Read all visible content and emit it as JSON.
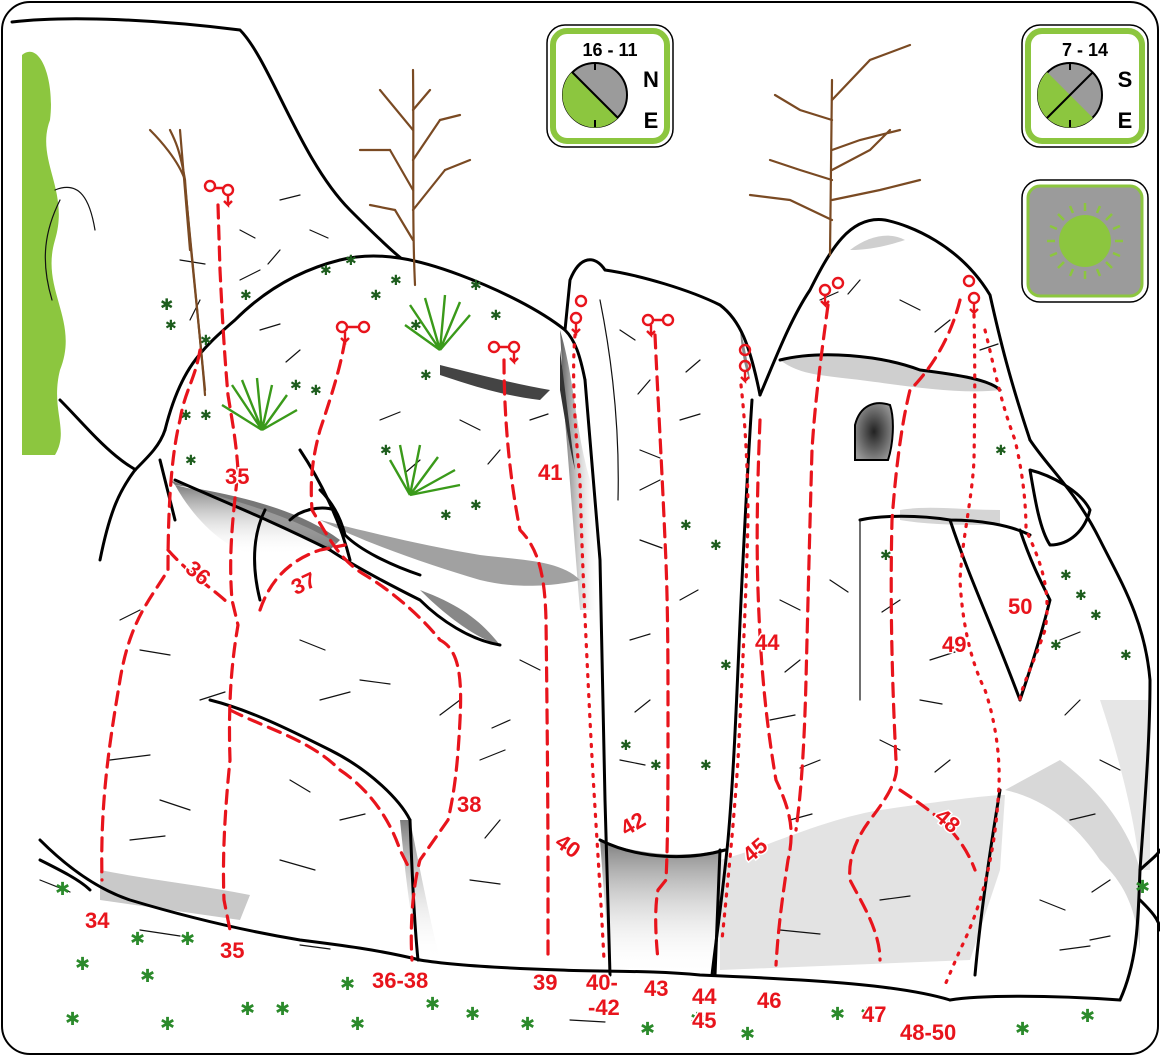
{
  "topo": {
    "orientation_badges": [
      {
        "time": "16 - 11",
        "dir1": "N",
        "dir2": "E"
      },
      {
        "time": "7 - 14",
        "dir1": "S",
        "dir2": "E"
      }
    ],
    "sun_icon": "sun-icon",
    "route_labels_wall": [
      "35",
      "36",
      "37",
      "38",
      "40",
      "41",
      "42",
      "44",
      "45",
      "48",
      "49",
      "50"
    ],
    "route_labels_base": [
      "34",
      "35",
      "36-38",
      "39",
      "40-",
      "-42",
      "43",
      "44",
      "45",
      "46",
      "47",
      "48-50"
    ]
  },
  "colors": {
    "route": "#e8141c",
    "badge_border": "#8cc63f",
    "badge_fill": "#8cc63f",
    "shade_fill": "#9b9b9b",
    "vegetation": "#8cc63f",
    "tree": "#7a4a23"
  }
}
